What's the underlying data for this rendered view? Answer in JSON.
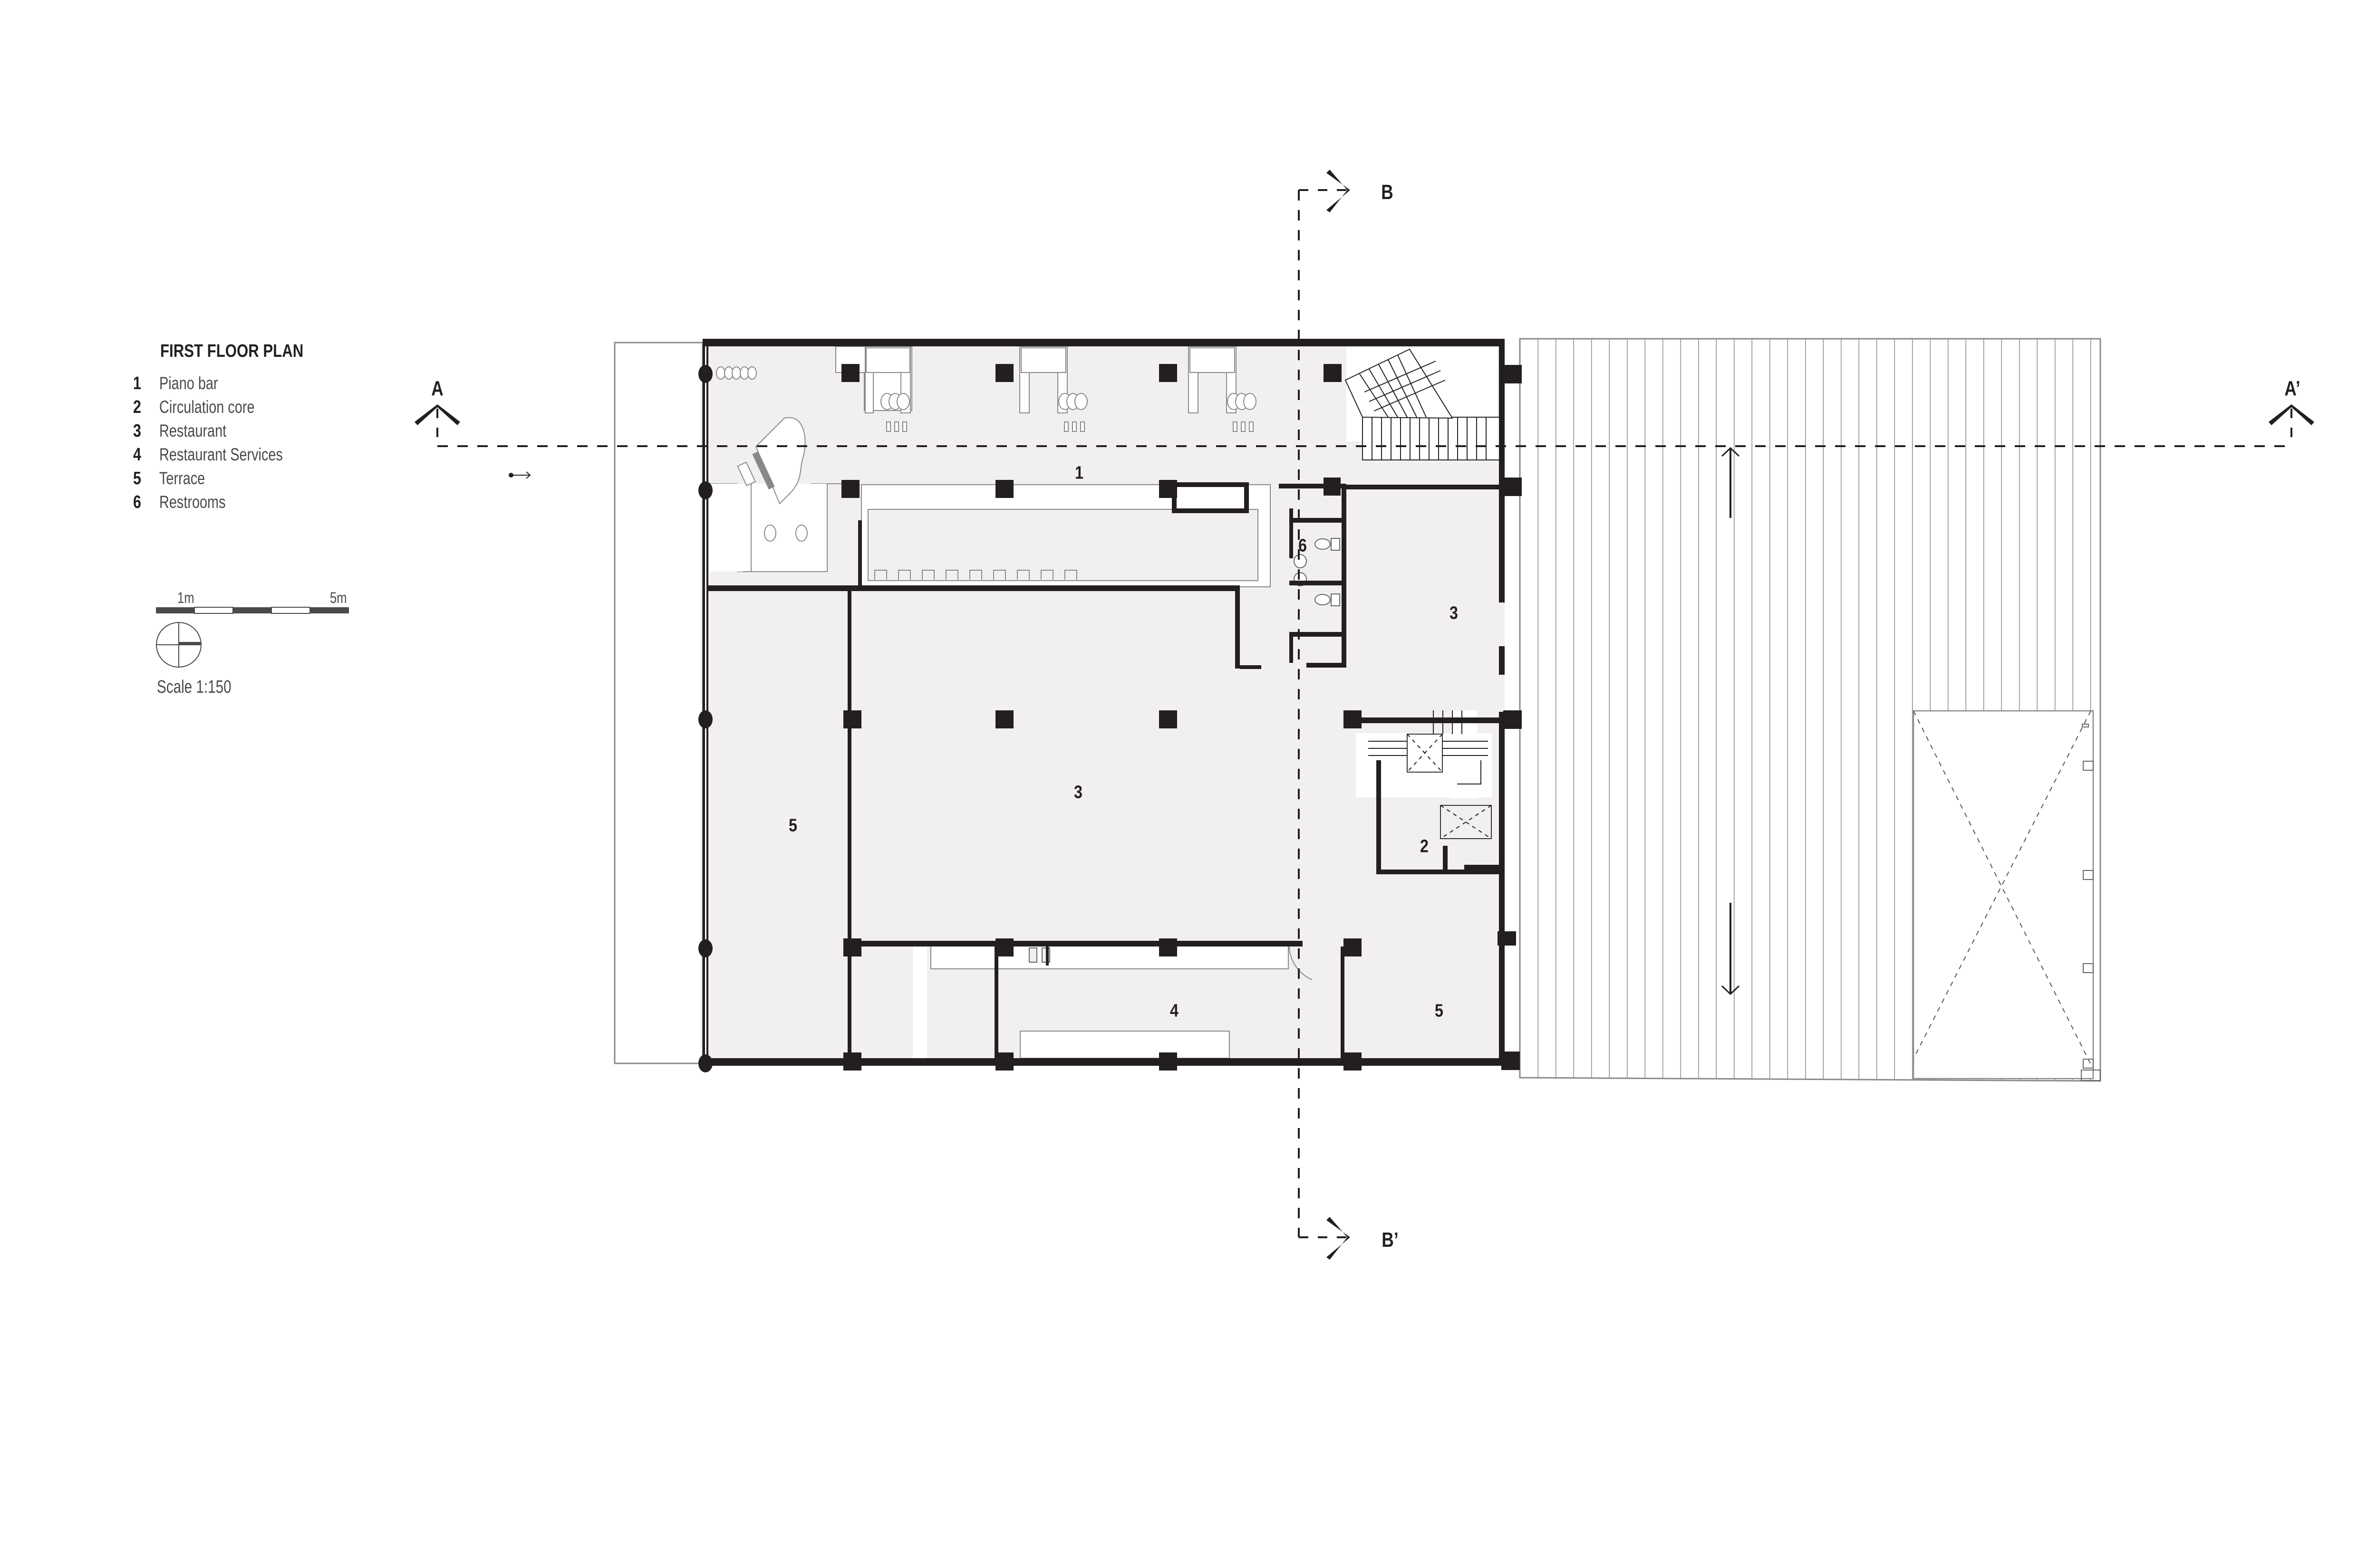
{
  "legend": {
    "title": "FIRST FLOOR PLAN",
    "items": [
      {
        "num": "1",
        "label": "Piano bar"
      },
      {
        "num": "2",
        "label": "Circulation core"
      },
      {
        "num": "3",
        "label": "Restaurant"
      },
      {
        "num": "4",
        "label": "Restaurant Services"
      },
      {
        "num": "5",
        "label": "Terrace"
      },
      {
        "num": "6",
        "label": "Restrooms"
      }
    ]
  },
  "scale": {
    "bar_start_label": "1m",
    "bar_end_label": "5m",
    "ratio_text": "Scale 1:150",
    "north_icon": "north-arrow-icon"
  },
  "sections": {
    "a_start": "A",
    "a_end": "A’",
    "b_start": "B",
    "b_end": "B’"
  },
  "rooms": [
    {
      "id": "piano-bar",
      "num": "1"
    },
    {
      "id": "circulation-core",
      "num": "2"
    },
    {
      "id": "restaurant-main",
      "num": "3"
    },
    {
      "id": "restaurant-east",
      "num": "3"
    },
    {
      "id": "restaurant-services",
      "num": "4"
    },
    {
      "id": "terrace-west",
      "num": "5"
    },
    {
      "id": "terrace-east",
      "num": "5"
    },
    {
      "id": "restrooms",
      "num": "6"
    }
  ],
  "colors": {
    "wall": "#231f20",
    "floor": "#f1eff0",
    "line": "#8a8a8a",
    "background": "#ffffff"
  }
}
